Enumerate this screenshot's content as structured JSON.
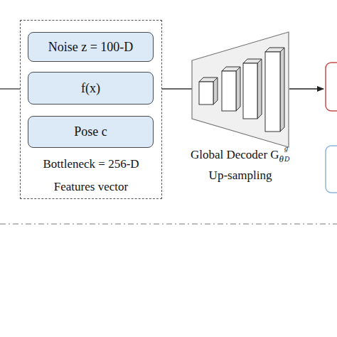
{
  "diagram": {
    "nodes": [
      {
        "text": [
          "Bottleneck = 256-D Features vector"
        ]
      },
      {
        "text": [
          "Noise z = 100-D"
        ],
        "in": 0
      },
      {
        "text": [
          "f(x)"
        ],
        "in": 0
      },
      {
        "text": [
          "Pose c"
        ],
        "in": 0
      },
      {
        "text": [
          "Global Decoder G",
          "Up-sampling"
        ]
      }
    ],
    "edges": [
      {
        "from": 0,
        "to": 4,
        "arrow": "none"
      }
    ],
    "labels": [
      "θ",
      "D",
      "g"
    ]
  }
}
